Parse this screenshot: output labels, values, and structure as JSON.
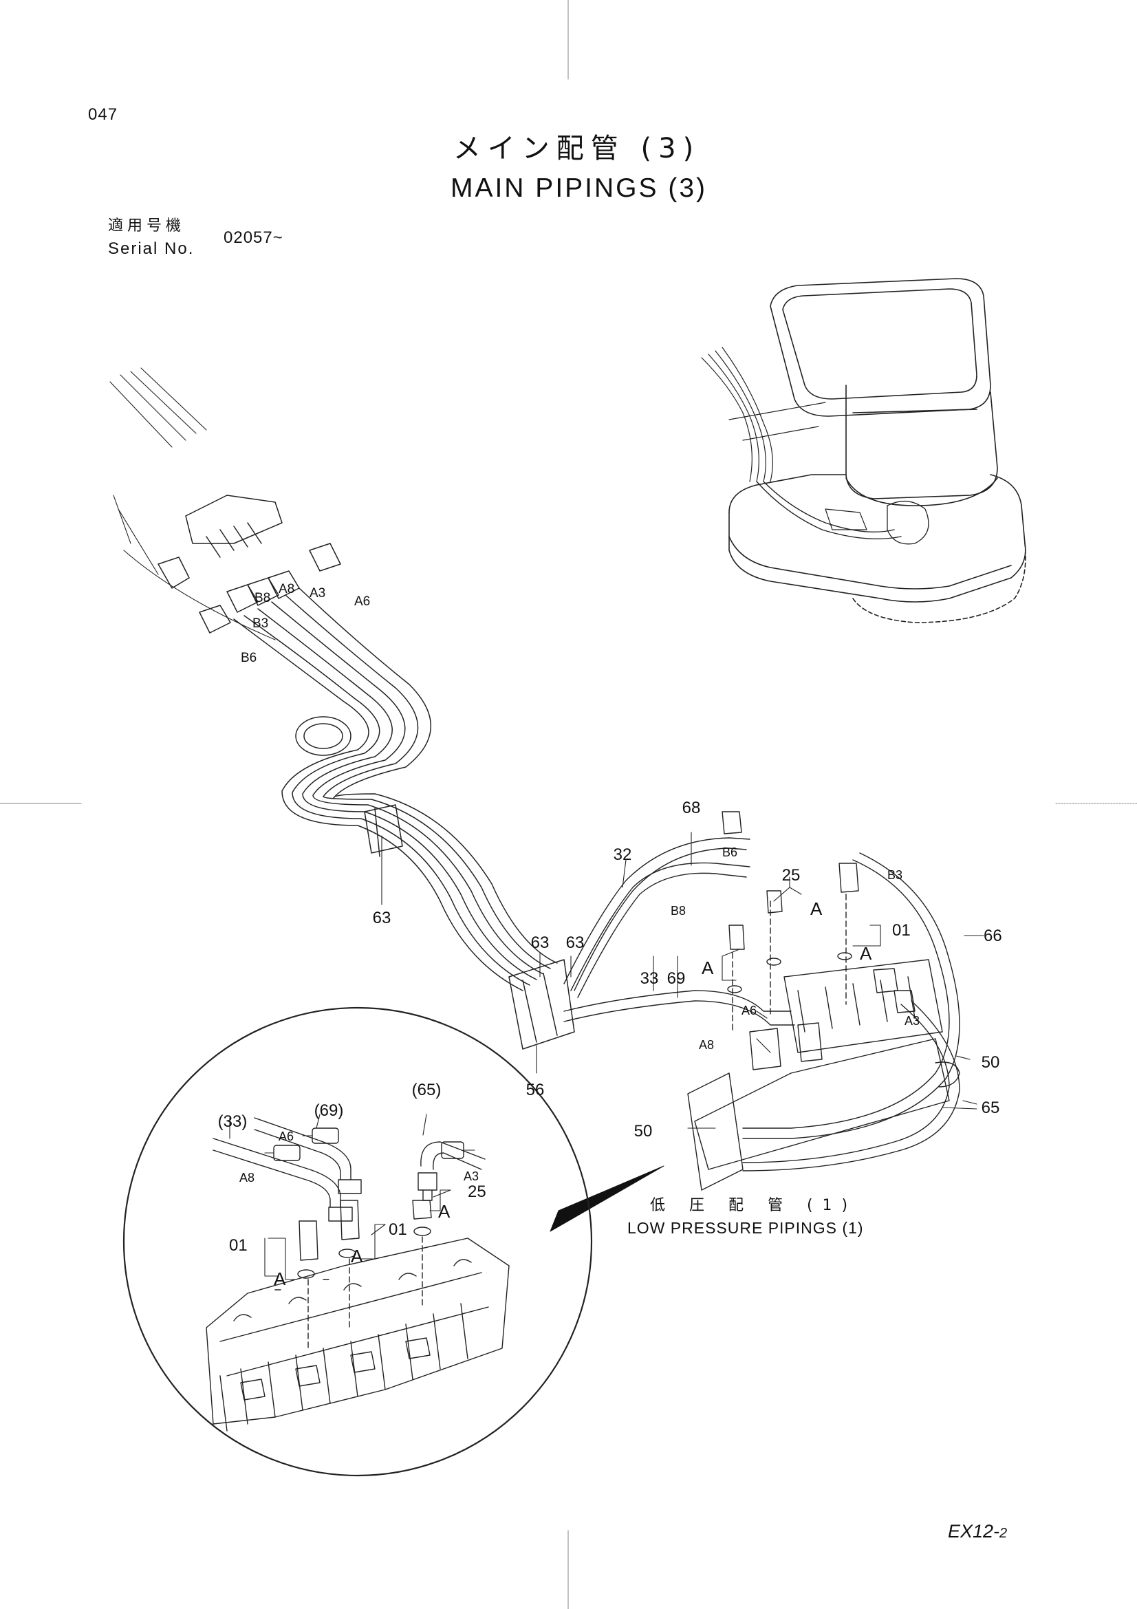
{
  "page_number": "047",
  "title": {
    "japanese": "メイン配管 (3)",
    "english": "MAIN PIPINGS (3)"
  },
  "serial": {
    "label_japanese": "適用号機",
    "label_english": "Serial No.",
    "value": "02057~"
  },
  "sub_section": {
    "japanese": "低 圧 配 管 (1)",
    "english": "LOW PRESSURE PIPINGS (1)"
  },
  "model_code": {
    "main": "EX12-",
    "suffix": "2"
  },
  "part_numbers": [
    "63",
    "63",
    "63",
    "56",
    "32",
    "68",
    "25",
    "01",
    "66",
    "33",
    "69",
    "50",
    "50",
    "65"
  ],
  "port_labels": [
    "B8",
    "A8",
    "A3",
    "A6",
    "B3",
    "B6",
    "B6",
    "B8",
    "B3",
    "A6",
    "A8",
    "A3"
  ],
  "detail_labels": [
    "A",
    "A",
    "A"
  ],
  "inset": {
    "part_numbers": [
      "(33)",
      "(69)",
      "(65)",
      "25",
      "01",
      "01"
    ],
    "port_labels": [
      "A6",
      "A8",
      "A3"
    ],
    "detail_labels": [
      "A",
      "A",
      "A"
    ]
  }
}
